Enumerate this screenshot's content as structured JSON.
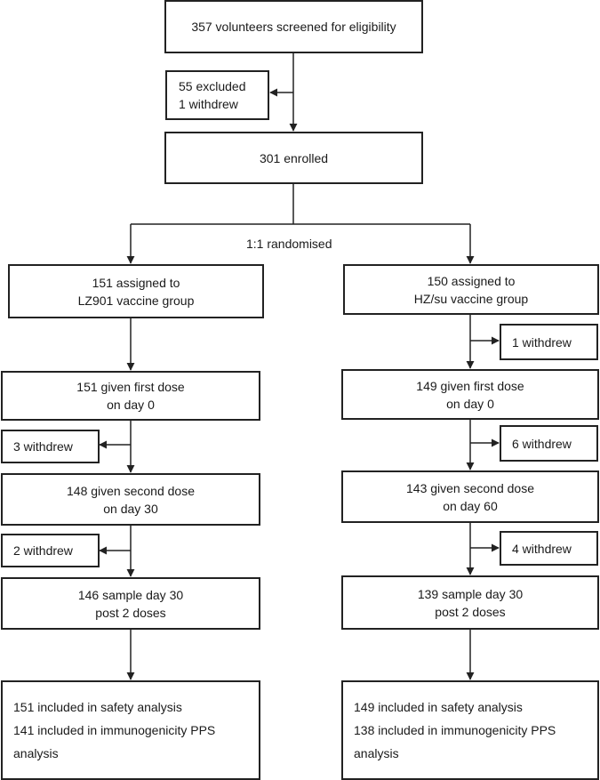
{
  "screening": {
    "text": "357 volunteers screened for eligibility"
  },
  "excluded": {
    "line1": "55 excluded",
    "line2": "1 withdrew"
  },
  "enrolled": {
    "text": "301 enrolled"
  },
  "randomised": {
    "text": "1:1 randomised"
  },
  "left": {
    "assigned": {
      "line1": "151 assigned to",
      "line2": "LZ901 vaccine group"
    },
    "first_dose": {
      "line1": "151 given first dose",
      "line2": "on day 0"
    },
    "withdrew_after_first": {
      "text": "3 withdrew"
    },
    "second_dose": {
      "line1": "148 given second dose",
      "line2": "on day 30"
    },
    "withdrew_after_second": {
      "text": "2 withdrew"
    },
    "sample": {
      "line1": "146 sample day 30",
      "line2": "post 2 doses"
    },
    "analysis": {
      "line1": "151 included in safety analysis",
      "line2": "141 included in immunogenicity PPS",
      "line3": "analysis"
    }
  },
  "right": {
    "assigned": {
      "line1": "150 assigned to",
      "line2": "HZ/su vaccine group"
    },
    "withdrew_before_first": {
      "text": "1 withdrew"
    },
    "first_dose": {
      "line1": "149 given first dose",
      "line2": "on day  0"
    },
    "withdrew_after_first": {
      "text": "6 withdrew"
    },
    "second_dose": {
      "line1": "143 given second dose",
      "line2": "on day 60"
    },
    "withdrew_after_second": {
      "text": "4 withdrew"
    },
    "sample": {
      "line1": "139 sample day 30",
      "line2": "post 2 doses"
    },
    "analysis": {
      "line1": "149  included in safety analysis",
      "line2": "138 included in immunogenicity PPS",
      "line3": "analysis"
    }
  }
}
